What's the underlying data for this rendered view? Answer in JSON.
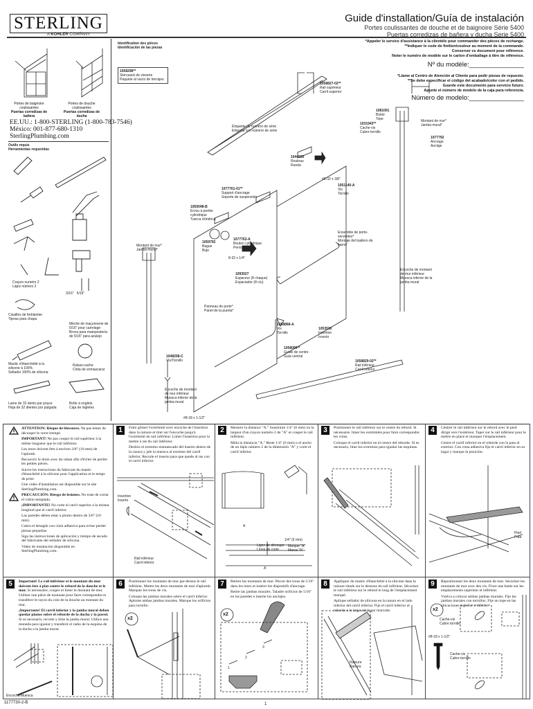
{
  "header": {
    "logo": "STERLING",
    "logo_sub_prefix": "A",
    "logo_sub_brand": "KOHLER",
    "logo_sub_suffix": "COMPANY",
    "title": "Guide d'installation/Guía de instalación",
    "subtitle_fr": "Portes coulissantes de douche et de baignoire Série 5400",
    "subtitle_es": "Puertas corredizas de bañera y ducha Serie 5400"
  },
  "notes_fr": [
    "*Appeler le service d'assistance à la clientèle pour commander des pièces de rechange.",
    "**Indiquer le code de finition/couleur au moment de la commande.",
    "Conserver ce document pour référence.",
    "Noter le numéro de modèle sur le carton d'emballage à titre de référence."
  ],
  "model_fr": "Nº du modèle:_______________",
  "notes_es": [
    "*Llame al Centro de Atención al Cliente para pedir piezas de repuesto.",
    "**Se debe especificar el código del acabado/color con el pedido.",
    "Guarde este documento para servicio futuro.",
    "Apunte el número de modelo de la caja para referencia."
  ],
  "model_es": "Número de modelo:_______________",
  "left": {
    "door_types": [
      {
        "fr": "Portes de baignoire coulissantes",
        "es": "Puertas corredizas de bañera"
      },
      {
        "fr": "Portes de douche coulissantes",
        "es": "Puertas corredizas de ducha"
      }
    ],
    "contact": [
      "EE.UU.: 1-800-STERLING (1-800-783-7546)",
      "México: 001-877-680-1310",
      "SterlingPlumbing.com"
    ],
    "tools_title_fr": "Outils requis",
    "tools_title_es": "Herramientas requeridas",
    "tools": [
      {
        "fr": "Crayon numéro 2",
        "es": "Lápiz número 2"
      },
      {
        "fr": "3/16\"",
        "es": "5/16\""
      },
      {
        "fr": "Cisailles de ferblantier",
        "es": "Tijeras para chapa"
      },
      {
        "fr": "Mèche de maçonnerie de 5/16\" pour carrelage",
        "es": "Broca para mampostería de 5/16\" para azulejo"
      },
      {
        "fr": "Mastic d'étanchéité à la silicone à 100%",
        "es": "Sellador 100% de silicona"
      },
      {
        "fr": "Ruban-cache",
        "es": "Cinta de enmascarar"
      },
      {
        "fr": "Lame de 32 dents par pouce",
        "es": "Hoja de 32 dientes por pulgada"
      },
      {
        "fr": "Boîte à onglets",
        "es": "Caja de ingletes"
      }
    ]
  },
  "parts": {
    "title_fr": "Identification des pièces",
    "title_es": "Identificación de las piezas",
    "items": [
      {
        "code": "1058298**",
        "fr": "Skin-pack de visserie",
        "es": "Paquete al vacío de herrajes"
      },
      {
        "code": "1058827-02**",
        "fr": "Rail supérieur",
        "es": "Carril superior"
      },
      {
        "code": "1081001",
        "fr": "Butoir",
        "es": "Tope"
      },
      {
        "code": "1031943**",
        "fr": "Cache-vis",
        "es": "Cubre tornillo"
      },
      {
        "code": "",
        "fr": "Montant de mur*",
        "es": "Jamba mural*"
      },
      {
        "code": "1077792",
        "fr": "Ancrage",
        "es": "Anclaje"
      },
      {
        "code": "",
        "fr": "Étiquette de numéro de série",
        "es": "Etiqueta con número de serie"
      },
      {
        "code": "1044585",
        "fr": "Rouleau",
        "es": "Rueda"
      },
      {
        "code": "",
        "fr": "#8-32 x 3/8\"",
        "es": ""
      },
      {
        "code": "1051140-A",
        "fr": "Vis",
        "es": "Tornillo"
      },
      {
        "code": "1077761-01**",
        "fr": "Support d'ancrage",
        "es": "Soporte de suspensión"
      },
      {
        "code": "1050048-B",
        "fr": "Écrou à portée cylindrique",
        "es": "Tuerca cilíndrica"
      },
      {
        "code": "",
        "fr": "Montant de mur*",
        "es": "Jamba mural*"
      },
      {
        "code": "1059792",
        "fr": "Bague",
        "es": "Buje"
      },
      {
        "code": "1077763-A",
        "fr": "Bouton cylindrique",
        "es": "Perno hembra"
      },
      {
        "code": "",
        "fr": "8-32 x 1/4\"",
        "es": ""
      },
      {
        "code": "1093027",
        "fr": "Espaceur (8 chaque)",
        "es": "Espaciador (8 c/u)"
      },
      {
        "code": "",
        "fr": "Ensemble de porte-serviettes*",
        "es": "Montaje del toallero de barra*"
      },
      {
        "code": "",
        "fr": "Encoche de montant de mur inférieur",
        "es": "Muesca inferior de la jamba mural"
      },
      {
        "code": "",
        "fr": "Panneau de porte*",
        "es": "Panel de la puerta*"
      },
      {
        "code": "1058868-A",
        "fr": "Vis",
        "es": "Tornillo"
      },
      {
        "code": "1053530",
        "fr": "Insertion",
        "es": "Inserto"
      },
      {
        "code": "1058099**",
        "fr": "Guide de centre",
        "es": "Guía central"
      },
      {
        "code": "1048208-C",
        "fr": "Vis/Tornillo",
        "es": ""
      },
      {
        "code": "1058829-02**",
        "fr": "Rail inférieur",
        "es": "Carril inferior"
      },
      {
        "code": "",
        "fr": "Encoche de montant de mur inférieur",
        "es": "Muesca inferior de la jamba mural"
      },
      {
        "code": "",
        "fr": "#8-18 x 1-1/2\"",
        "es": ""
      }
    ]
  },
  "warnings": [
    {
      "bold": "ATTENTION: Risque de blessures.",
      "text": " Ne pas tenter de découper le verre trempé."
    },
    {
      "bold": "IMPORTANT!",
      "text": " Ne pas couper le rail supérieur à la même longueur que le rail inférieur."
    },
    {
      "bold": "",
      "text": "Les murs doivent être à environ 3/8\" (10 mm) de l'aplomb."
    },
    {
      "bold": "",
      "text": "Recouvrir le drain avec du ruban afin d'éviter de perdre les petites pièces."
    },
    {
      "bold": "",
      "text": "Suivre les instructions du fabricant du mastic d'étanchéité à la silicone pour l'application et le temps de prise."
    },
    {
      "bold": "",
      "text": "Une vidéo d'installation est disponible sur le site SterlingPlumbing.com."
    },
    {
      "bold": "PRECAUCIÓN: Riesgo de lesiones.",
      "text": " No trate de cortar el vidrio templado."
    },
    {
      "bold": "¡IMPORTANTE!",
      "text": " No corte el carril superior a la misma longitud que el carril inferior."
    },
    {
      "bold": "",
      "text": "Las paredes deben estar a plomo dentro de 3/8\" (10 mm)."
    },
    {
      "bold": "",
      "text": "Cubra el desagüe con cinta adhesiva para evitar perder piezas pequeñas."
    },
    {
      "bold": "",
      "text": "Siga las instrucciones de aplicación y tiempo de secado del fabricante del sellador de silicona."
    },
    {
      "bold": "",
      "text": "Video de instalación disponible en SterlingPlumbing.com."
    }
  ],
  "steps": [
    {
      "num": "1",
      "fr": "Faire glisser l'extrémité avec encoche de l'insertion dans la rainure et tirer sur l'encoche jusqu'à l'extrémité du rail inférieur. Limer l'insertion pour la mettre à ras du rail inférieur.",
      "es": "Deslice el extremo enmuescado del inserto dentro de la ranura y jale la muesca al extremo del carril inferior. Recorte el inserto para que quede al ras con el carril inferior.",
      "labels": [
        "Insertion",
        "Inserto",
        "Rail inférieur",
        "Carril inferior"
      ]
    },
    {
      "num": "2",
      "fr": "Mesurer la distance \"A.\" Soustraire 1/4\" (6 mm) ou la largeur d'un crayon numéro 2 de \"A\" et couper le rail inférieur.",
      "es": "Mida la distancia \"A.\" Reste 1/4\" (6 mm) o el ancho de un lápiz número 2 de la dimensión \"A\" y corte el carril inferior.",
      "labels": [
        "A",
        "1/4\" (6 mm)",
        "Ligne de découpe",
        "Línea de corte",
        "Marque \"A\"",
        "Marca \"A\"",
        "A"
      ]
    },
    {
      "num": "3",
      "fr": "Positionner le rail inférieur sur le centre du rebord. Si nécessaire, limer les extrémités pour faire correspondre les coins.",
      "es": "Coloque el carril inferior en el centro del reborde. Si es necesario, lime los extremos para igualar las esquinas.",
      "labels": []
    },
    {
      "num": "4",
      "fr": "Centrer le rail inférieur sur le rebord avec le pied dirigé vers l'extérieur. Taper sur le rail inférieur pour le mettre en place et marquer l'emplacement.",
      "es": "Centre el carril inferior en el reborde con la pata al exterior. Con cinta adhesiva fije el carril inferior en su lugar y marque la posición.",
      "labels": [
        "Pied",
        "Pata"
      ]
    },
    {
      "num": "5",
      "fr_bold": "Important! Le rail inférieur et le montant du mur doivent être à plat contre le rebord de la douche et le mur.",
      "fr": " Si nécessaire, couper et limer le montant de mur. Utiliser une pièce de monnaie pour faire correspondre et transférer le rayon du coin de la douche au montant du mur.",
      "es_bold": "¡Importante! El carril inferior y la jamba mural deben quedar planos sobre el reborde de la ducha y la pared.",
      "es": " Si es necesario, recorte y lime la jamba mural. Utilice una moneda para igualar y transferir el radio de la esquina de la ducha a la jamba mural.",
      "labels": [
        "Encoche/Muesca"
      ]
    },
    {
      "num": "6",
      "fr": "Positionner les montants de mur par-dessus le rail inférieur. Mettre les deux montants de mur d'aplomb. Marquer les trous de vis.",
      "es": "Coloque las jambas murales sobre el carril inferior. Aplome ambas jambas murales. Marque los orificios para tornillo.",
      "labels": [
        "x2"
      ]
    },
    {
      "num": "7",
      "fr": "Retirer les montants de mur. Percer des trous de 5/16\" dans les murs et insérer les dispositifs d'ancrage.",
      "es": "Retire las jambas murales. Taladre orificios de 5/16\" en las paredes e inserte los anclajes.",
      "labels": [
        "x2",
        "1",
        "2",
        "3"
      ]
    },
    {
      "num": "8",
      "fr": "Appliquer du mastic d'étanchéité à la silicone dans la rainure située sur le dessous du rail inférieur. Sécuriser le rail inférieur sur le rebord le long de l'emplacement marqué.",
      "es": "Aplique sellador de silicona en la ranura en el lado inferior del carril inferior. Fije el carril inferior al reborde a lo largo del lugar marcado.",
      "labels": [
        "Rainure",
        "Ranura"
      ]
    },
    {
      "num": "9",
      "fr": "Repositionner les deux montants de mur. Sécuriser les montants de mur avec des vis. Fixer une butée sur les emplacements supérieur et inférieur.",
      "es": "Vuelva a colocar ambas jambas murales. Fije las jambas murales con tornillos. Fije un tope en las ubicaciones superior e inferior.",
      "labels": [
        "x2",
        "Cache-vis",
        "Cubre tornillo",
        "#8-18 x 1-1/2\"",
        "Cache-vis",
        "Cubre tornillo"
      ]
    }
  ],
  "footer": {
    "doc_number": "1177730-2-B",
    "page": "1"
  }
}
